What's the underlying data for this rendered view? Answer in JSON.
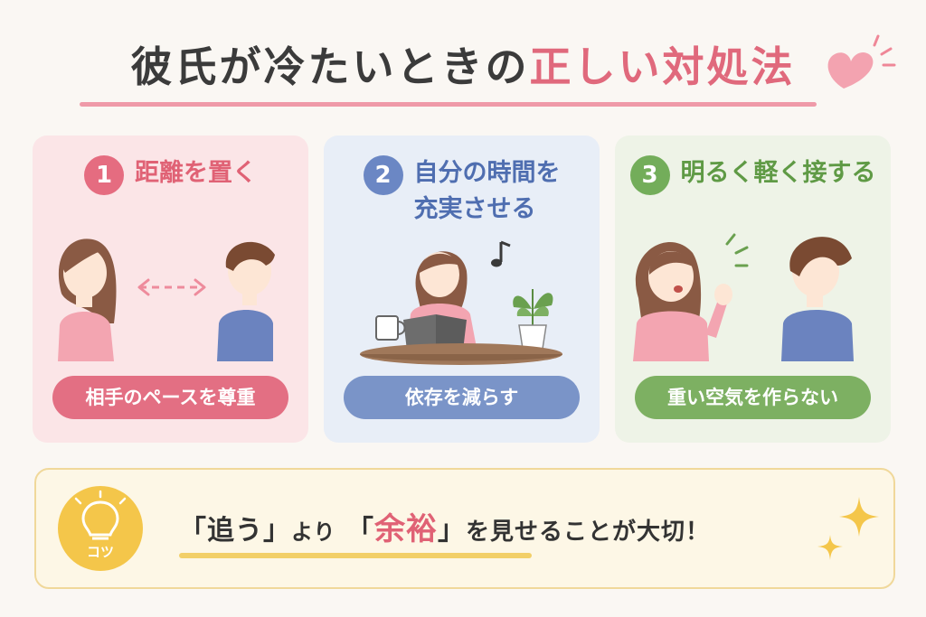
{
  "title": {
    "part1": "彼氏が冷たいときの",
    "part2": "正しい対処法"
  },
  "steps": [
    {
      "number": "1",
      "title": "距離を置く",
      "label": "相手のペースを尊重"
    },
    {
      "number": "2",
      "title": "自分の時間を\n充実させる",
      "label": "依存を減らす"
    },
    {
      "number": "3",
      "title": "明るく軽く接する",
      "label": "重い空気を作らない"
    }
  ],
  "tip": {
    "badge": "コツ",
    "open1": "「",
    "word1": "追う",
    "close1": "」",
    "mid": "より",
    "open2": "「",
    "word2": "余裕",
    "close2": "」",
    "end": "を見せることが大切！"
  },
  "colors": {
    "accent_pink": "#e0697c",
    "step1": "#e56c80",
    "step2": "#6b87c4",
    "step3": "#73ad5a",
    "tip_yellow": "#f4c64a"
  }
}
